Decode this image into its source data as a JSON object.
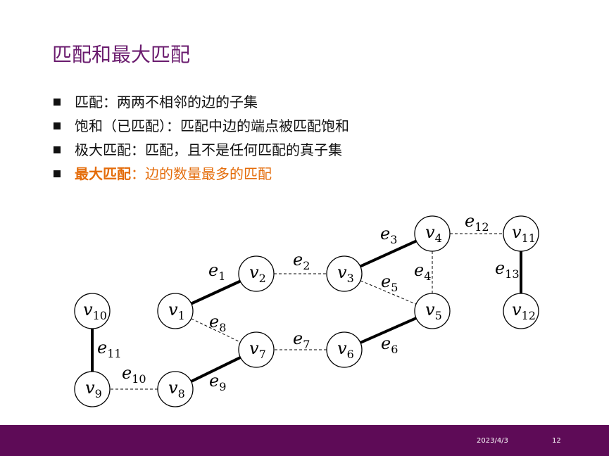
{
  "title": "匹配和最大匹配",
  "bullets": [
    {
      "text": "匹配：两两不相邻的边的子集"
    },
    {
      "text": "饱和（已匹配）：匹配中边的端点被匹配饱和"
    },
    {
      "text": "极大匹配：匹配，且不是任何匹配的真子集"
    },
    {
      "strong": "最大匹配",
      "text": "：边的数量最多的匹配"
    }
  ],
  "colors": {
    "title": "#6a1b6e",
    "highlight": "#e46c0a",
    "footer": "#5e0b57"
  },
  "graph": {
    "vertices": [
      {
        "id": "v1",
        "base": "v",
        "sub": "1"
      },
      {
        "id": "v2",
        "base": "v",
        "sub": "2"
      },
      {
        "id": "v3",
        "base": "v",
        "sub": "3"
      },
      {
        "id": "v4",
        "base": "v",
        "sub": "4"
      },
      {
        "id": "v5",
        "base": "v",
        "sub": "5"
      },
      {
        "id": "v6",
        "base": "v",
        "sub": "6"
      },
      {
        "id": "v7",
        "base": "v",
        "sub": "7"
      },
      {
        "id": "v8",
        "base": "v",
        "sub": "8"
      },
      {
        "id": "v9",
        "base": "v",
        "sub": "9"
      },
      {
        "id": "v10",
        "base": "v",
        "sub": "10"
      },
      {
        "id": "v11",
        "base": "v",
        "sub": "11"
      },
      {
        "id": "v12",
        "base": "v",
        "sub": "12"
      }
    ],
    "edges": [
      {
        "id": "e1",
        "from": "v1",
        "to": "v2",
        "matched": true,
        "base": "e",
        "sub": "1"
      },
      {
        "id": "e2",
        "from": "v2",
        "to": "v3",
        "matched": false,
        "base": "e",
        "sub": "2"
      },
      {
        "id": "e3",
        "from": "v3",
        "to": "v4",
        "matched": true,
        "base": "e",
        "sub": "3"
      },
      {
        "id": "e4",
        "from": "v4",
        "to": "v5",
        "matched": false,
        "base": "e",
        "sub": "4"
      },
      {
        "id": "e5",
        "from": "v3",
        "to": "v5",
        "matched": false,
        "base": "e",
        "sub": "5"
      },
      {
        "id": "e6",
        "from": "v5",
        "to": "v6",
        "matched": true,
        "base": "e",
        "sub": "6"
      },
      {
        "id": "e7",
        "from": "v6",
        "to": "v7",
        "matched": false,
        "base": "e",
        "sub": "7"
      },
      {
        "id": "e8",
        "from": "v1",
        "to": "v7",
        "matched": false,
        "base": "e",
        "sub": "8"
      },
      {
        "id": "e9",
        "from": "v7",
        "to": "v8",
        "matched": true,
        "base": "e",
        "sub": "9"
      },
      {
        "id": "e10",
        "from": "v8",
        "to": "v9",
        "matched": false,
        "base": "e",
        "sub": "10"
      },
      {
        "id": "e11",
        "from": "v9",
        "to": "v10",
        "matched": true,
        "base": "e",
        "sub": "11"
      },
      {
        "id": "e12",
        "from": "v4",
        "to": "v11",
        "matched": false,
        "base": "e",
        "sub": "12"
      },
      {
        "id": "e13",
        "from": "v11",
        "to": "v12",
        "matched": true,
        "base": "e",
        "sub": "13"
      }
    ]
  },
  "footer": {
    "date": "2023/4/3",
    "page": "12"
  }
}
